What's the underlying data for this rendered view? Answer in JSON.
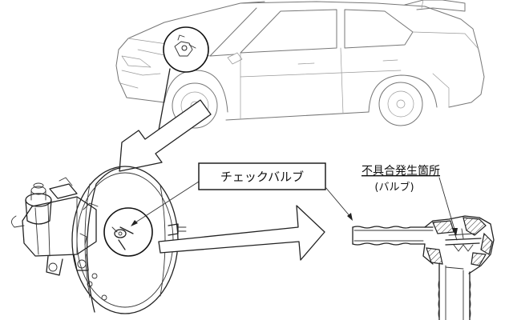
{
  "labels": {
    "check_valve": "チェックバルブ",
    "defect_location_line1": "不具合発生箇所",
    "defect_location_line2": "(バルブ)"
  }
}
